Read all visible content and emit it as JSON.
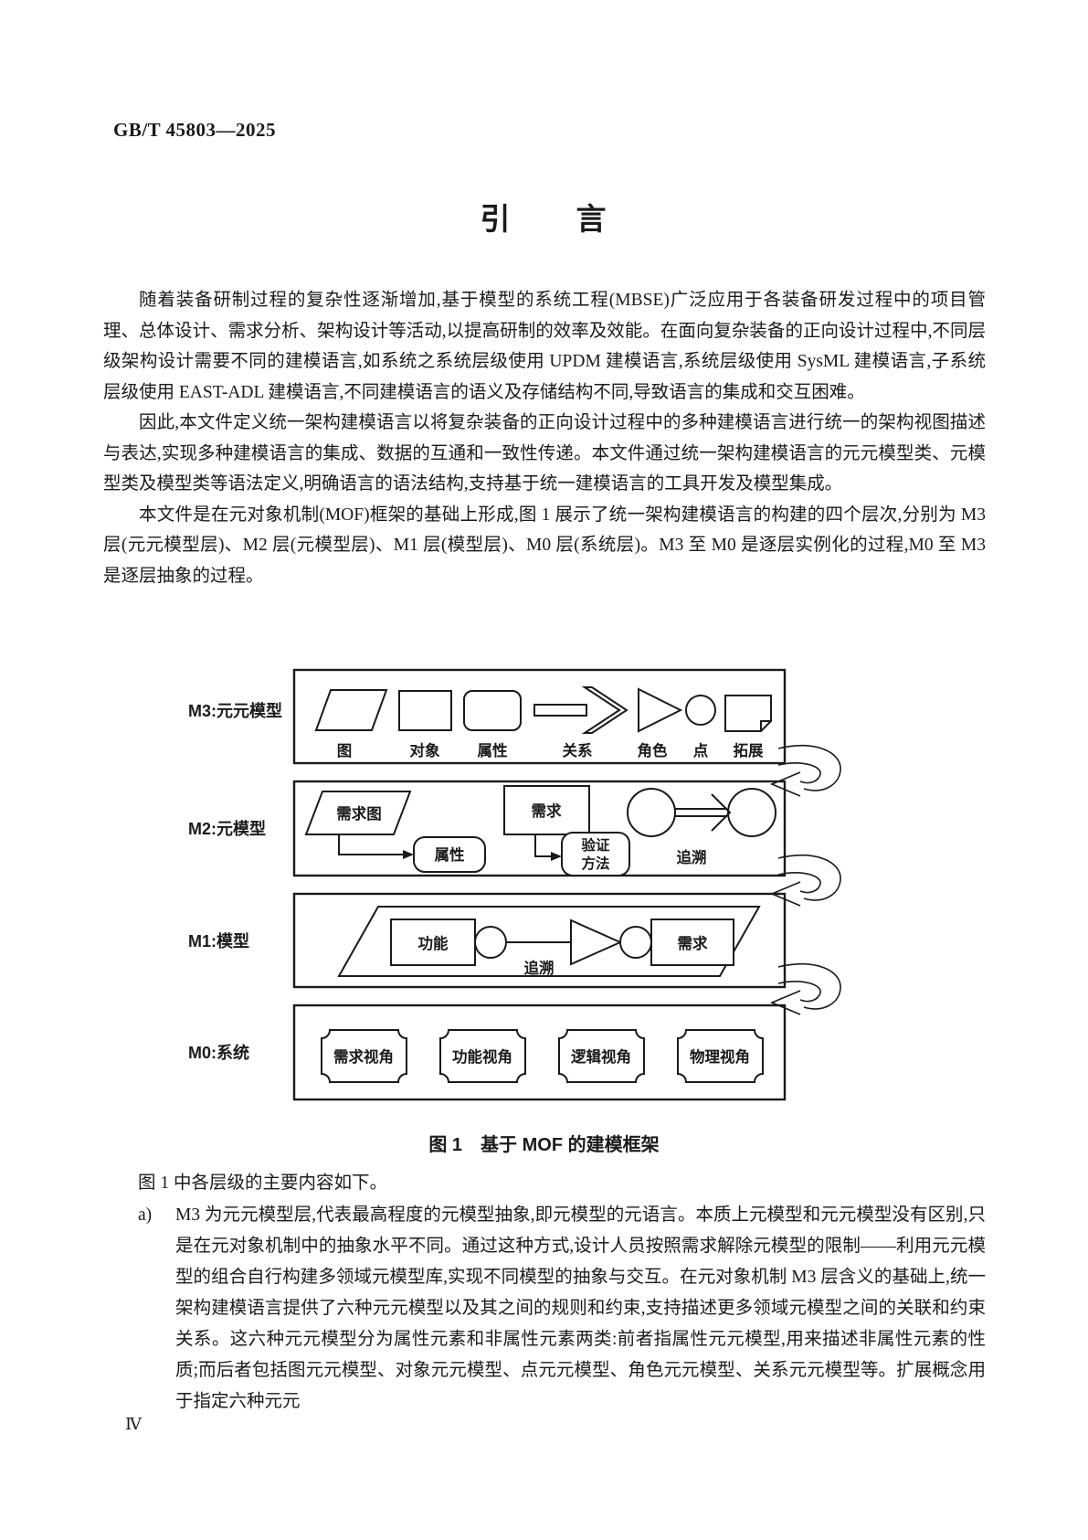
{
  "header": {
    "doc_number": "GB/T 45803—2025"
  },
  "title": "引　　言",
  "paragraphs": {
    "p1": "随着装备研制过程的复杂性逐渐增加,基于模型的系统工程(MBSE)广泛应用于各装备研发过程中的项目管理、总体设计、需求分析、架构设计等活动,以提高研制的效率及效能。在面向复杂装备的正向设计过程中,不同层级架构设计需要不同的建模语言,如系统之系统层级使用 UPDM 建模语言,系统层级使用 SysML 建模语言,子系统层级使用 EAST-ADL 建模语言,不同建模语言的语义及存储结构不同,导致语言的集成和交互困难。",
    "p2": "因此,本文件定义统一架构建模语言以将复杂装备的正向设计过程中的多种建模语言进行统一的架构视图描述与表达,实现多种建模语言的集成、数据的互通和一致性传递。本文件通过统一架构建模语言的元元模型类、元模型类及模型类等语法定义,明确语言的语法结构,支持基于统一建模语言的工具开发及模型集成。",
    "p3": "本文件是在元对象机制(MOF)框架的基础上形成,图 1 展示了统一架构建模语言的构建的四个层次,分别为 M3 层(元元模型层)、M2 层(元模型层)、M1 层(模型层)、M0 层(系统层)。M3 至 M0 是逐层实例化的过程,M0 至 M3 是逐层抽象的过程。"
  },
  "figure": {
    "caption": "图 1　基于 MOF 的建模框架",
    "layer_labels": {
      "m3": "M3:元元模型",
      "m2": "M2:元模型",
      "m1": "M1:模型",
      "m0": "M0:系统"
    },
    "m3_shape_labels": [
      "图",
      "对象",
      "属性",
      "关系",
      "角色",
      "点",
      "拓展"
    ],
    "m2": {
      "diagram_node": "需求图",
      "attribute_node": "属性",
      "requirement_node": "需求",
      "verify_line1": "验证",
      "verify_line2": "方法",
      "trace_label": "追溯"
    },
    "m1": {
      "function_node": "功能",
      "requirement_node": "需求",
      "trace_label": "追溯"
    },
    "m0_views": [
      "需求视角",
      "功能视角",
      "逻辑视角",
      "物理视角"
    ]
  },
  "list": {
    "intro": "图 1 中各层级的主要内容如下。",
    "item_a_marker": "a)",
    "item_a_text": "M3 为元元模型层,代表最高程度的元模型抽象,即元模型的元语言。本质上元模型和元元模型没有区别,只是在元对象机制中的抽象水平不同。通过这种方式,设计人员按照需求解除元模型的限制——利用元元模型的组合自行构建多领域元模型库,实现不同模型的抽象与交互。在元对象机制 M3 层含义的基础上,统一架构建模语言提供了六种元元模型以及其之间的规则和约束,支持描述更多领域元模型之间的关联和约束关系。这六种元元模型分为属性元素和非属性元素两类:前者指属性元元模型,用来描述非属性元素的性质;而后者包括图元元模型、对象元元模型、点元元模型、角色元元模型、关系元元模型等。扩展概念用于指定六种元元"
  },
  "footer": {
    "page_number": "Ⅳ"
  }
}
